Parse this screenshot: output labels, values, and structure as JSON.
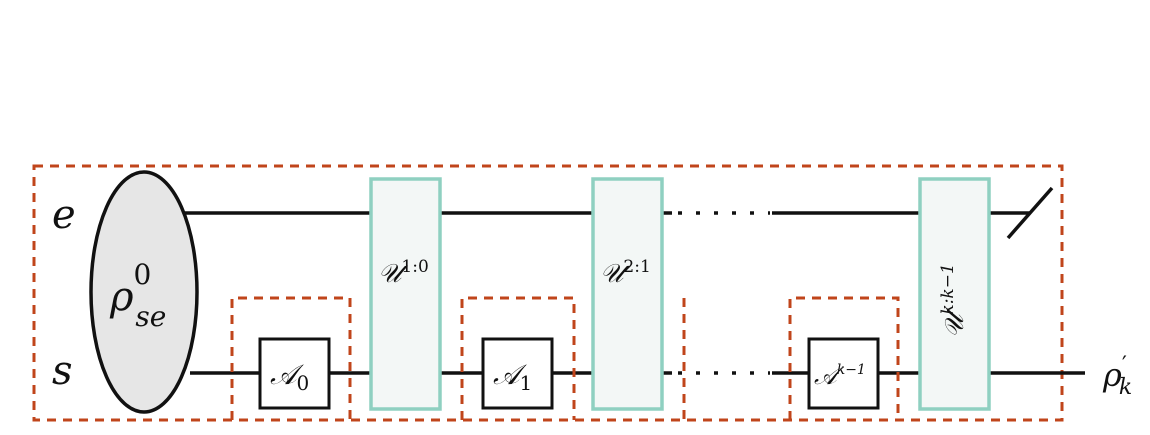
{
  "wires": {
    "env_label": "e",
    "sys_label": "s"
  },
  "state": {
    "label": "ρ",
    "sup": "0",
    "sub": "se"
  },
  "unitaries": [
    {
      "label": "𝒰",
      "sup": "1:0"
    },
    {
      "label": "𝒰",
      "sup": "2:1"
    },
    {
      "label": "𝒰",
      "sup": "k:k−1"
    }
  ],
  "operations": [
    {
      "label": "𝒜",
      "sub": "0"
    },
    {
      "label": "𝒜",
      "sub": "1"
    },
    {
      "label": "𝒜",
      "sub": "k−1"
    }
  ],
  "output": {
    "label": "ρ",
    "sup": "′",
    "sub": "k"
  },
  "colors": {
    "dashed_box": "#c0451b",
    "unitary_border": "#8fd0c1",
    "unitary_fill": "#f3f7f6",
    "state_fill": "#e6e6e6",
    "wire": "#111111"
  }
}
